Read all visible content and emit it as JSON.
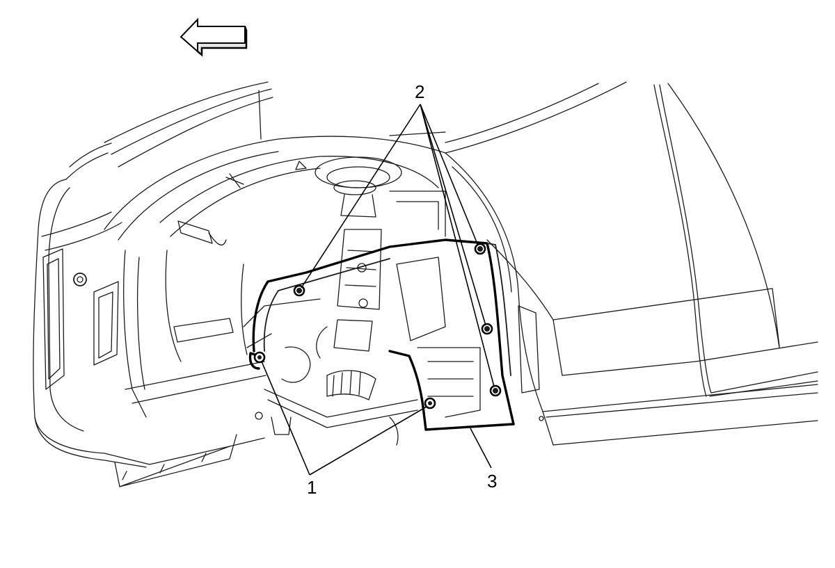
{
  "diagram": {
    "orientation_arrow": {
      "icon": "left-arrow-icon",
      "direction": "left"
    },
    "callouts": [
      {
        "id": "1",
        "label": "1"
      },
      {
        "id": "2",
        "label": "2"
      },
      {
        "id": "3",
        "label": "3"
      }
    ],
    "colors": {
      "line": "#000000",
      "background": "#ffffff"
    }
  }
}
